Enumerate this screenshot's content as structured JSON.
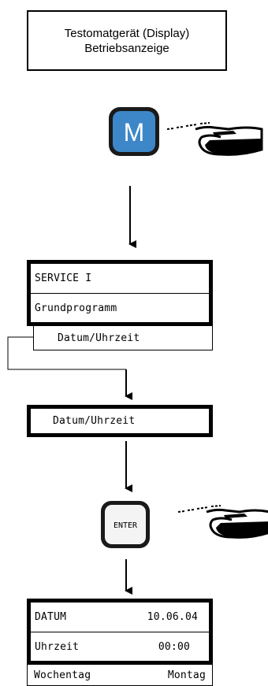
{
  "title": {
    "line1": "Testomatgerät (Display)",
    "line2": "Betriebsanzeige"
  },
  "buttons": {
    "m_label": "M",
    "m_color": "#3d87c8",
    "enter_label": "ENTER"
  },
  "service_menu": {
    "line1": "SERVICE I",
    "line2": "Grundprogramm",
    "line3": "Datum/Uhrzeit"
  },
  "datum_uhrzeit_box": "Datum/Uhrzeit",
  "result": {
    "datum_label": "DATUM",
    "datum_value": "10.06.04",
    "uhrzeit_label": "Uhrzeit",
    "uhrzeit_value": "00:00",
    "wochentag_label": "Wochentag",
    "wochentag_value": "Montag"
  },
  "icons": [
    "m-button-icon",
    "pointing-hand-icon",
    "enter-button-icon",
    "arrow-down-icon"
  ]
}
